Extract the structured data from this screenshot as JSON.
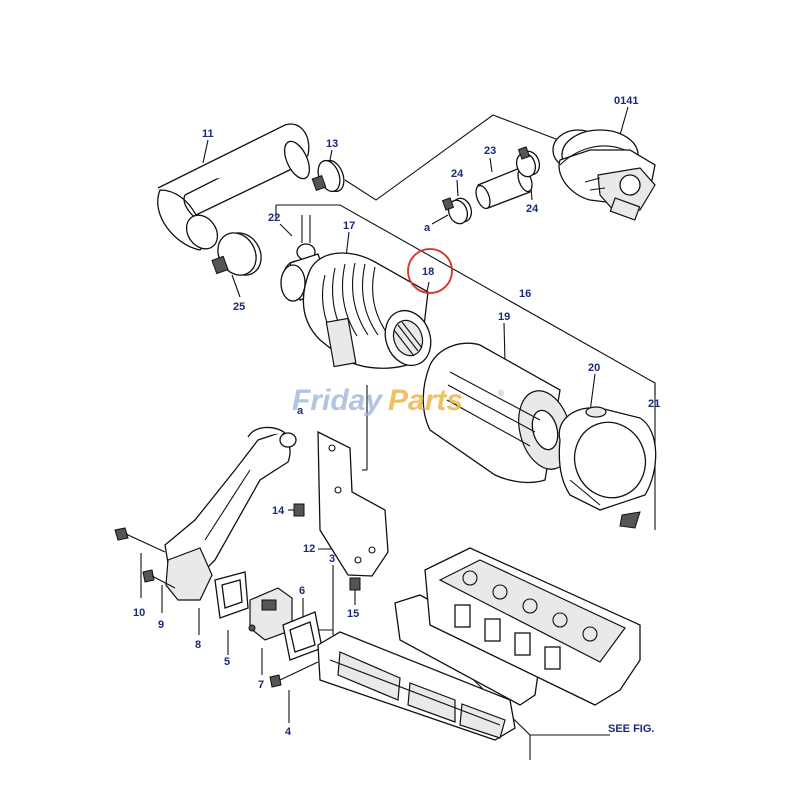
{
  "labels": {
    "l0141": "0141",
    "l11": "11",
    "l13": "13",
    "l23": "23",
    "l24a": "24",
    "l24b": "24",
    "la1": "a",
    "l22": "22",
    "l17": "17",
    "l18": "18",
    "l16": "16",
    "l25": "25",
    "l19": "19",
    "l20": "20",
    "l21": "21",
    "la2": "a",
    "l14": "14",
    "l12": "12",
    "l10": "10",
    "l9": "9",
    "l8": "8",
    "l5": "5",
    "l6": "6",
    "l3": "3",
    "l7": "7",
    "l15": "15",
    "l4": "4",
    "see_fig": "SEE FIG."
  },
  "watermark": {
    "part1": "Friday",
    "part2": "Parts",
    "mark": "®"
  },
  "highlight": {
    "target": "18",
    "color": "#d9342b"
  },
  "colors": {
    "label": "#1a2a7a",
    "watermark_blue": "#9fb6d9",
    "watermark_orange": "#f0b64a"
  }
}
